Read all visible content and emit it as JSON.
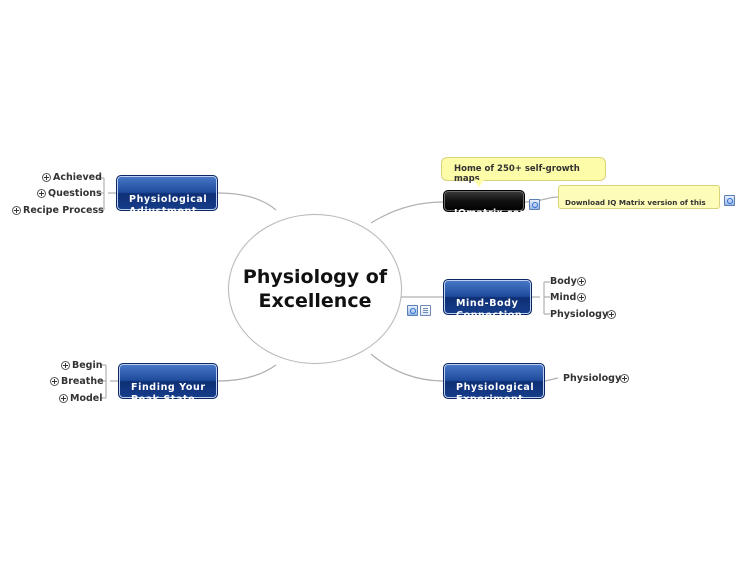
{
  "center": {
    "title": "Physiology of\nExcellence"
  },
  "topics": {
    "physiological_adjustment": {
      "label": "Physiological\nAdjustment"
    },
    "iqmatrix": {
      "label": "IQmatrix.com"
    },
    "mind_body_connection": {
      "label": "Mind-Body\nConnection"
    },
    "finding_peak_state": {
      "label": "Finding Your\nPeak State"
    },
    "physiological_experiment": {
      "label": "Physiological\nExperiment"
    }
  },
  "subtopics": {
    "physiological_adjustment": [
      "Achieved",
      "Questions",
      "Recipe Process"
    ],
    "mind_body_connection": [
      "Body",
      "Mind",
      "Physiology"
    ],
    "finding_peak_state": [
      "Begin",
      "Breathe",
      "Model"
    ],
    "physiological_experiment": [
      "Physiology"
    ]
  },
  "callout": {
    "text": "Home of 250+ self-growth maps"
  },
  "note": {
    "text": "Download IQ Matrix version of this\nmap: http://iqmatrix.com/free-maps/"
  },
  "icons": [
    "link-icon",
    "note-icon",
    "plus-icon"
  ],
  "colors": {
    "topic_blue": "#1f4b9c",
    "topic_black": "#000000",
    "callout_yellow": "#fdfca8",
    "line_gray": "#b0b0b0"
  }
}
